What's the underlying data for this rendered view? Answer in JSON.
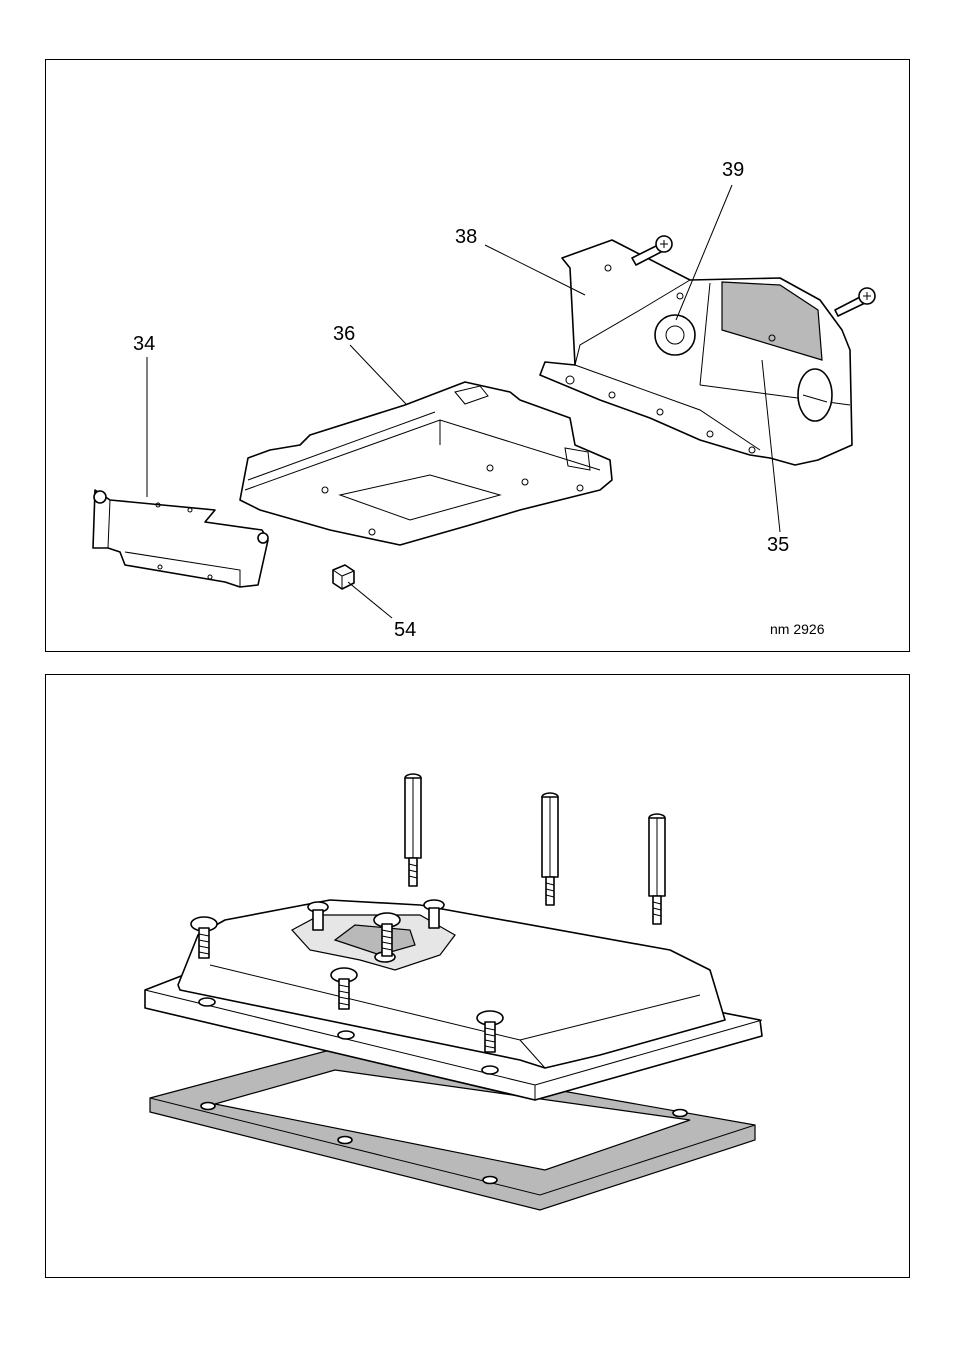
{
  "top_figure": {
    "callouts": {
      "c34": "34",
      "c35": "35",
      "c36": "36",
      "c38": "38",
      "c39": "39",
      "c54": "54"
    },
    "drawing_code": "nm 2926"
  },
  "bottom_figure": {}
}
